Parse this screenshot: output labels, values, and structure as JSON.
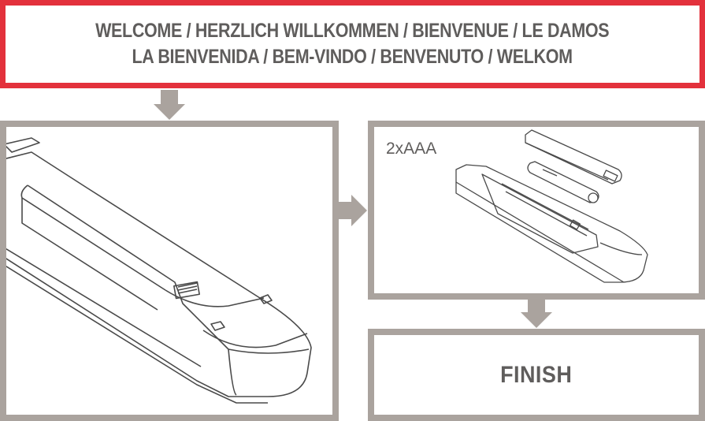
{
  "welcome": {
    "line1": "WELCOME / HERZLICH WILLKOMMEN / BIENVENUE / LE DAMOS",
    "line2": "LA BIENVENIDA / BEM-VINDO / BENVENUTO / WELKOM"
  },
  "steps": {
    "battery_label": "2xAAA",
    "finish_label": "FINISH"
  },
  "colors": {
    "header_border": "#e3313c",
    "panel_border": "#aaa39e",
    "text": "#5f5d5c",
    "arrow": "#aaa39e"
  },
  "icons": {
    "down_arrow": "down-arrow-icon",
    "right_arrow": "right-arrow-icon",
    "remote": "remote-control-icon",
    "battery": "battery-icon"
  }
}
